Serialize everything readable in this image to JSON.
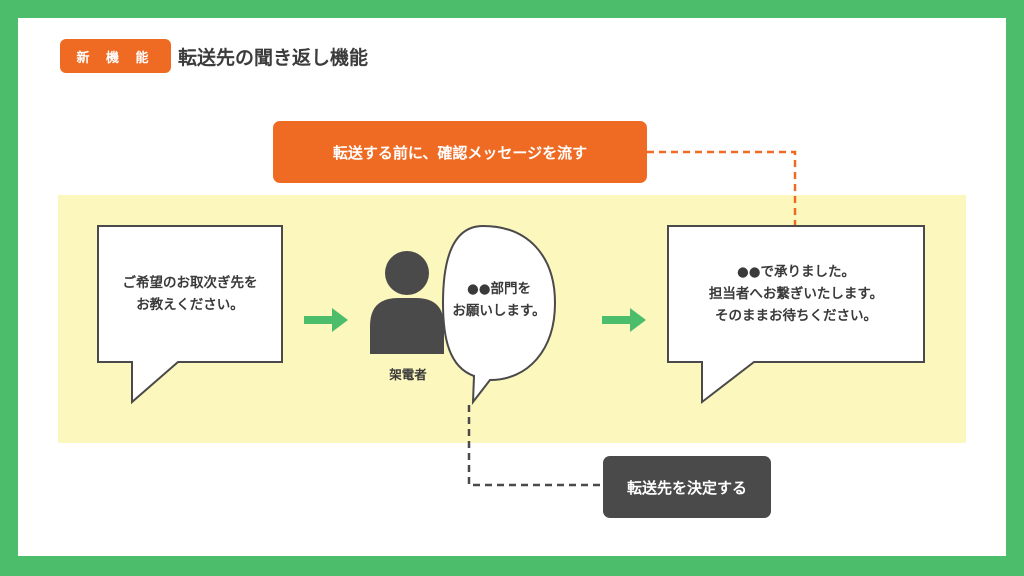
{
  "header": {
    "badge": "新 機 能",
    "title": "転送先の聞き返し機能"
  },
  "callouts": {
    "confirm": "転送する前に、確認メッセージを流す",
    "decide": "転送先を決定する"
  },
  "bubbles": {
    "left": [
      "ご希望のお取次ぎ先を",
      "お教えください。"
    ],
    "caller": [
      "●●部門を",
      "お願いします。"
    ],
    "right": [
      "●●で承りました。",
      "担当者へお繋ぎいたします。",
      "そのままお待ちください。"
    ]
  },
  "caller": {
    "label": "架電者"
  },
  "colors": {
    "frame": "#4cbe6b",
    "accent_orange": "#ef6a22",
    "band": "#fcf7bd",
    "dark": "#4a4a4a",
    "arrow": "#4cbe6b"
  }
}
